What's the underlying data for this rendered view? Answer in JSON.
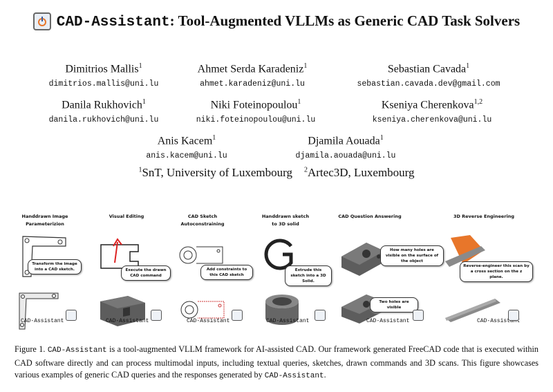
{
  "title": {
    "name": "CAD-Assistant",
    "rest": ": Tool-Augmented VLLMs as Generic CAD Task Solvers"
  },
  "authors": [
    {
      "name": "Dimitrios Mallis",
      "sup": "1",
      "email": "dimitrios.mallis@uni.lu"
    },
    {
      "name": "Ahmet Serda Karadeniz",
      "sup": "1",
      "email": "ahmet.karadeniz@uni.lu"
    },
    {
      "name": "Sebastian Cavada",
      "sup": "1",
      "email": "sebastian.cavada.dev@gmail.com"
    },
    {
      "name": "Danila Rukhovich",
      "sup": "1",
      "email": "danila.rukhovich@uni.lu"
    },
    {
      "name": "Niki Foteinopoulou",
      "sup": "1",
      "email": "niki.foteinopoulou@uni.lu"
    },
    {
      "name": "Kseniya Cherenkova",
      "sup": "1,2",
      "email": "kseniya.cherenkova@uni.lu"
    },
    {
      "name": "Anis Kacem",
      "sup": "1",
      "email": "anis.kacem@uni.lu"
    },
    {
      "name": "Djamila Aouada",
      "sup": "1",
      "email": "djamila.aouada@uni.lu"
    }
  ],
  "affiliations": [
    {
      "sup": "1",
      "text": "SnT, University of Luxembourg"
    },
    {
      "sup": "2",
      "text": "Artec3D, Luxembourg"
    }
  ],
  "figure": {
    "panels": [
      {
        "title1": "Handdrawn Image",
        "title2": "Parameterizion",
        "bubble": "Transform the image into a CAD sketch.",
        "answer_label": "CAD-Assistant"
      },
      {
        "title1": "Visual Editing",
        "title2": "",
        "bubble": "Execute the drawn CAD command",
        "answer_label": "CAD-Assistant"
      },
      {
        "title1": "CAD Sketch",
        "title2": "Autoconstraining",
        "bubble": "Add constraints to this CAD sketch",
        "answer_label": "CAD-Assistant"
      },
      {
        "title1": "Handdrawn sketch",
        "title2": "to 3D solid",
        "bubble": "Extrude this sketch into a 3D Solid.",
        "answer_label": "CAD-Assistant"
      },
      {
        "title1": "CAD Question Answering",
        "title2": "",
        "bubble": "How many holes are visible on the surface of the object",
        "answer_bubble": "Two holes are visible",
        "answer_label": "CAD-Assistant"
      },
      {
        "title1": "3D Reverse Engineering",
        "title2": "",
        "bubble": "Reverse-engineer this scan by a cross section on the z plane.",
        "answer_label": "CAD-Assistant"
      }
    ]
  },
  "caption": {
    "prefix": "Figure 1. ",
    "name1": "CAD-Assistant",
    "text1": " is a tool-augmented VLLM framework for AI-assisted CAD. Our framework generated FreeCAD code that is executed within CAD software directly and can process multimodal inputs, including textual queries, sketches, drawn commands and 3D scans. This figure showcases various examples of generic CAD queries and the responses generated by ",
    "name2": "CAD-Assistant",
    "text2": "."
  },
  "colors": {
    "accent_orange": "#e8762a",
    "logo_blue": "#3a5fa0",
    "gray_solid": "#5d5d5d"
  }
}
